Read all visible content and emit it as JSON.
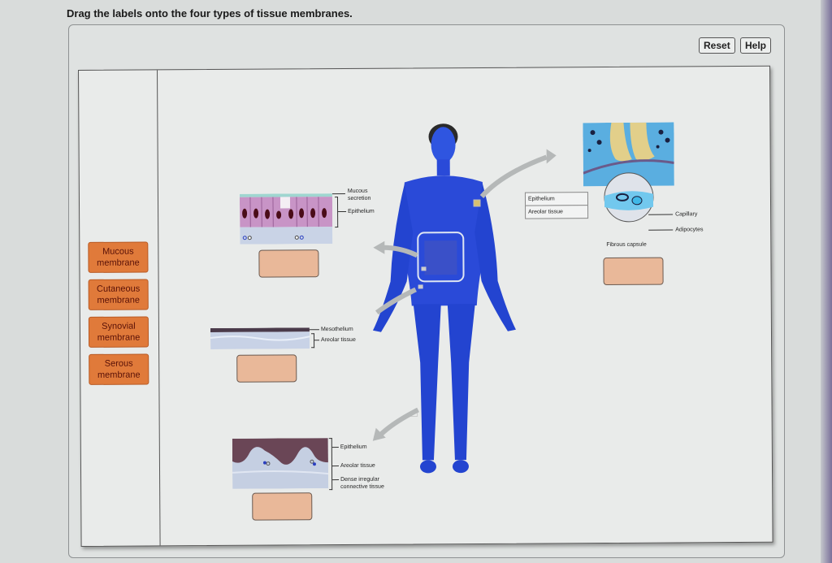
{
  "instruction": "Drag the labels onto the four types of tissue membranes.",
  "toolbar": {
    "reset_label": "Reset",
    "help_label": "Help"
  },
  "labels": [
    {
      "text": "Mucous\nmembrane"
    },
    {
      "text": "Cutaneous\nmembrane"
    },
    {
      "text": "Synovial\nmembrane"
    },
    {
      "text": "Serous\nmembrane"
    }
  ],
  "diagrams": {
    "mucous": {
      "annotations": [
        "Mucous\nsecretion",
        "Epithelium"
      ]
    },
    "serous": {
      "annotations": [
        "Mesothelium",
        "Areolar tissue"
      ]
    },
    "cutaneous": {
      "annotations": [
        "Epithelium",
        "Areolar tissue",
        "Dense irregular\nconnective tissue"
      ]
    },
    "synovial": {
      "annotations": [
        "Epithelium",
        "Areolar tissue",
        "Capillary",
        "Adipocytes",
        "Fibrous capsule"
      ]
    }
  },
  "colors": {
    "label_bg": "#e07a3a",
    "dropzone_bg": "#e9b899",
    "body_blue": "#1f3fd6"
  }
}
